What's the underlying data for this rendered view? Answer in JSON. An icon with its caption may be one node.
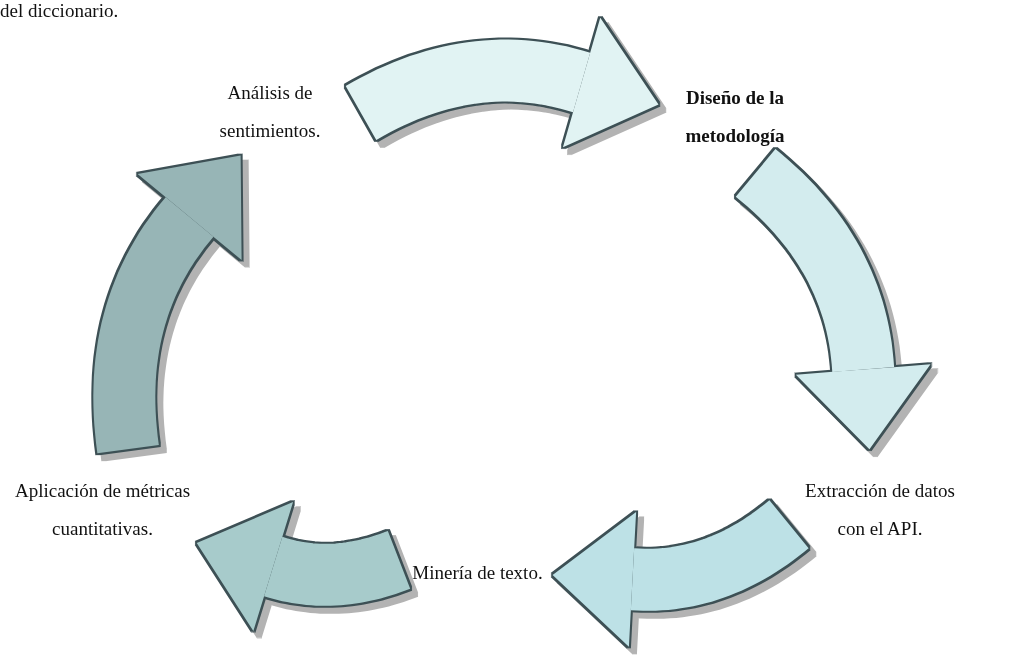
{
  "diagram": {
    "nodes": [
      {
        "text": [
          "Análisis de sentimientos."
        ]
      },
      {
        "text": [
          "Diseño de la metodología"
        ]
      },
      {
        "text": [
          "Extracción de datos con el API."
        ]
      },
      {
        "text": [
          "Minería de texto."
        ]
      },
      {
        "text": [
          "Aplicación de métricas cuantitativas."
        ]
      }
    ],
    "edges": [
      {
        "from": 0,
        "to": 1,
        "arrow": "to",
        "color": "#e1f3f3"
      },
      {
        "from": 1,
        "to": 2,
        "arrow": "to",
        "color": "#d3ecee"
      },
      {
        "from": 2,
        "to": 3,
        "arrow": "to",
        "color": "#bde1e6"
      },
      {
        "from": 3,
        "to": 4,
        "arrow": "to",
        "color": "#a7cbcb"
      },
      {
        "from": 4,
        "to": 0,
        "arrow": "to",
        "color": "#97b5b6"
      }
    ],
    "labels": [
      "del diccionario."
    ]
  }
}
